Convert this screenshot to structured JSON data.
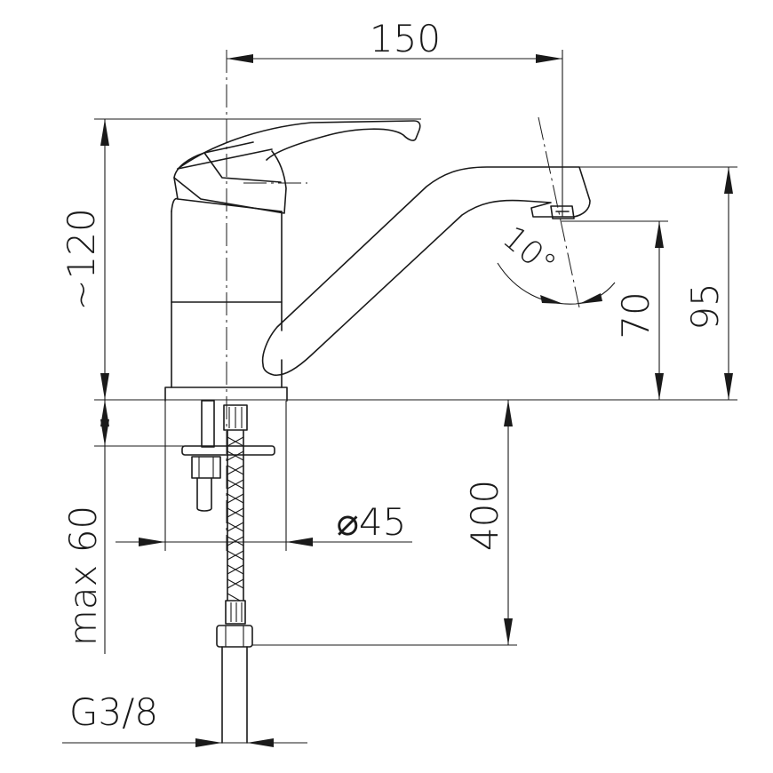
{
  "dimensions": {
    "spout_reach": "150",
    "height": "~120",
    "aerator_height": "70",
    "spout_height": "95",
    "spout_angle": "10°",
    "base_diameter": "⌀45",
    "hose_length": "400",
    "max_deck_thickness": "max 60",
    "connection_thread": "G3/8"
  }
}
